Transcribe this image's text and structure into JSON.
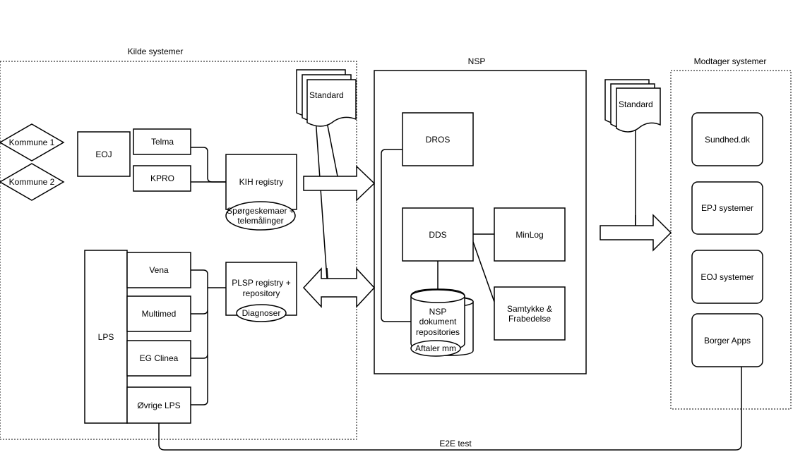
{
  "groups": {
    "source": "Kilde systemer",
    "nsp": "NSP",
    "receiver": "Modtager systemer"
  },
  "source": {
    "kommune1": "Kommune 1",
    "kommune2": "Kommune 2",
    "eoj": "EOJ",
    "telma": "Telma",
    "kpro": "KPRO",
    "kih": "KIH registry",
    "kih_note": [
      "Spørgeskemaer +",
      "telemålinger"
    ],
    "lps": "LPS",
    "lps_items": [
      "Vena",
      "Multimed",
      "EG Clinea",
      "Øvrige LPS"
    ],
    "plsp": [
      "PLSP registry +",
      "repository"
    ],
    "plsp_note": "Diagnoser",
    "standard": "Standard"
  },
  "nsp": {
    "dros": "DROS",
    "dds": "DDS",
    "minlog": "MinLog",
    "samtykke": [
      "Samtykke &",
      "Frabedelse"
    ],
    "repo": [
      "NSP",
      "dokument",
      "repositories"
    ],
    "repo_note": "Aftaler mm"
  },
  "receiver": {
    "standard": "Standard",
    "items": [
      "Sundhed.dk",
      "EPJ systemer",
      "EOJ systemer",
      "Borger Apps"
    ]
  },
  "e2e": "E2E test"
}
